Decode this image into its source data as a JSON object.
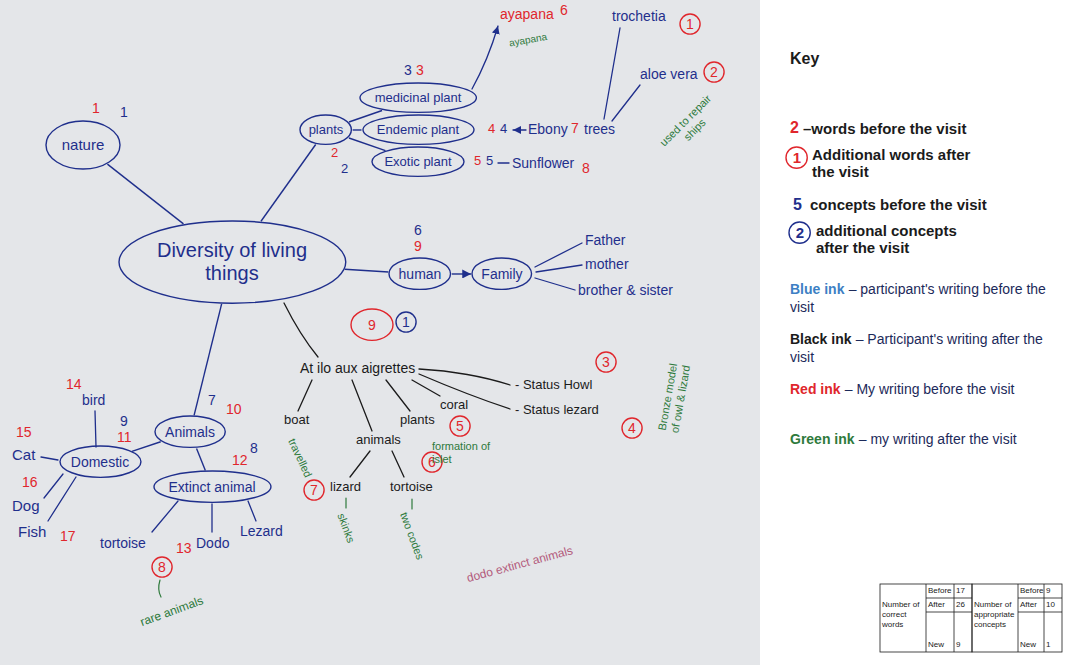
{
  "diagram": {
    "nodes": [
      {
        "text": [
          "Diversity of living things"
        ]
      },
      {
        "text": [
          "nature"
        ]
      },
      {
        "text": [
          "plants"
        ]
      },
      {
        "text": [
          "medicinal plant"
        ]
      },
      {
        "text": [
          "Endemic plant"
        ]
      },
      {
        "text": [
          "Exotic plant"
        ]
      },
      {
        "text": [
          "human"
        ]
      },
      {
        "text": [
          "Family"
        ]
      },
      {
        "text": [
          "Animals"
        ]
      },
      {
        "text": [
          "Domestic"
        ]
      },
      {
        "text": [
          "Extinct animal"
        ]
      },
      {
        "text": [
          "1"
        ]
      },
      {
        "text": [
          "2"
        ]
      },
      {
        "text": [
          "9"
        ]
      },
      {
        "text": [
          "1"
        ]
      },
      {
        "text": [
          "3"
        ]
      },
      {
        "text": [
          "5"
        ]
      },
      {
        "text": [
          "4"
        ]
      },
      {
        "text": [
          "6"
        ]
      },
      {
        "text": [
          "7"
        ]
      },
      {
        "text": [
          "8"
        ]
      },
      {
        "text": [
          "1"
        ]
      },
      {
        "text": [
          "2"
        ]
      }
    ],
    "edges": [
      {
        "from": 0,
        "to": 1,
        "arrow": "none"
      },
      {
        "from": 0,
        "to": 2,
        "arrow": "none"
      },
      {
        "from": 2,
        "to": 3,
        "arrow": "none"
      },
      {
        "from": 2,
        "to": 4,
        "arrow": "none"
      },
      {
        "from": 2,
        "to": 5,
        "arrow": "none"
      },
      {
        "from": 0,
        "to": 6,
        "arrow": "none"
      },
      {
        "from": 6,
        "to": 7,
        "arrow": "to"
      },
      {
        "from": 0,
        "to": 8,
        "arrow": "none"
      },
      {
        "from": 8,
        "to": 9,
        "arrow": "none"
      },
      {
        "from": 8,
        "to": 10,
        "arrow": "none"
      }
    ],
    "labels": [
      "1",
      "1",
      "2",
      "2",
      "3",
      "3",
      "ayapana",
      "6",
      "ayapana",
      "4",
      "4",
      "5",
      "5",
      "Ebony",
      "7",
      "trees",
      "trochetia",
      "aloe vera",
      "used to repair ships",
      "Sunflower",
      "8",
      "6",
      "9",
      "Father",
      "mother",
      "brother & sister",
      "At ilo aux aigrettes",
      "boat",
      "travelled",
      "animals",
      "plants",
      "coral",
      "formation of islet",
      "- Status Howl",
      "- Status lezard",
      "Bronze model of owl & lizard",
      "lizard",
      "tortoise",
      "skinks",
      "two codes",
      "7",
      "10",
      "12",
      "8",
      "9",
      "11",
      "14",
      "bird",
      "15",
      "Cat",
      "16",
      "Dog",
      "Fish",
      "17",
      "tortoise",
      "13",
      "Dodo",
      "Lezard",
      "rare animals",
      "dodo extinct animals",
      "Key",
      "2",
      "–words before the visit",
      "Additional words after the visit",
      "5",
      "concepts before the visit",
      "additional concepts after the visit",
      "Blue ink",
      "– participant's writing before the visit",
      "Black ink",
      "– Participant's writing after the visit",
      "Red ink",
      "– My writing before the visit",
      "Green ink",
      "– my writing after the visit",
      "Number of correct words",
      "Before",
      "17",
      "After",
      "26",
      "New",
      "9",
      "Number of appropriate concepts",
      "Before",
      "9",
      "After",
      "10",
      "New",
      "1"
    ]
  }
}
